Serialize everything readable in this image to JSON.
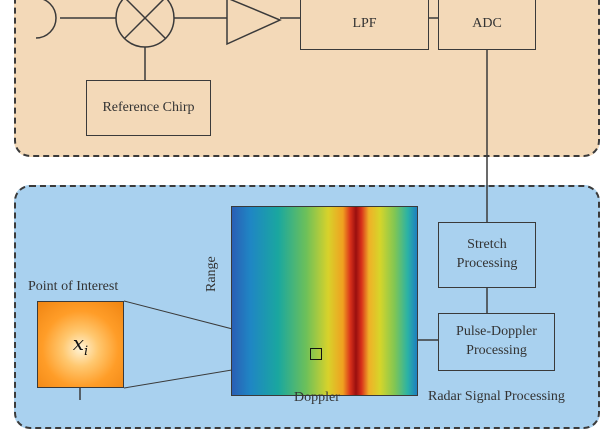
{
  "top_panel": {
    "lpf_label": "LPF",
    "adc_label": "ADC",
    "reference_chirp_label": "Reference Chirp"
  },
  "bottom_panel": {
    "stretch_label": "Stretch\nProcessing",
    "pulse_doppler_label": "Pulse-Doppler\nProcessing",
    "range_axis_label": "Range",
    "doppler_axis_label": "Doppler",
    "poi_label": "Point of Interest",
    "poi_symbol": "x",
    "poi_subscript": "i",
    "section_title": "Radar Signal Processing"
  },
  "colors": {
    "top_panel_bg": "#f3d9b8",
    "bottom_panel_bg": "#a9d1ef",
    "line": "#3a3a3a",
    "poi_orange": "#ff9d28",
    "ridge_red": "#9a0f0f"
  },
  "icons": [
    "antenna-icon",
    "mixer-icon",
    "amplifier-icon"
  ]
}
